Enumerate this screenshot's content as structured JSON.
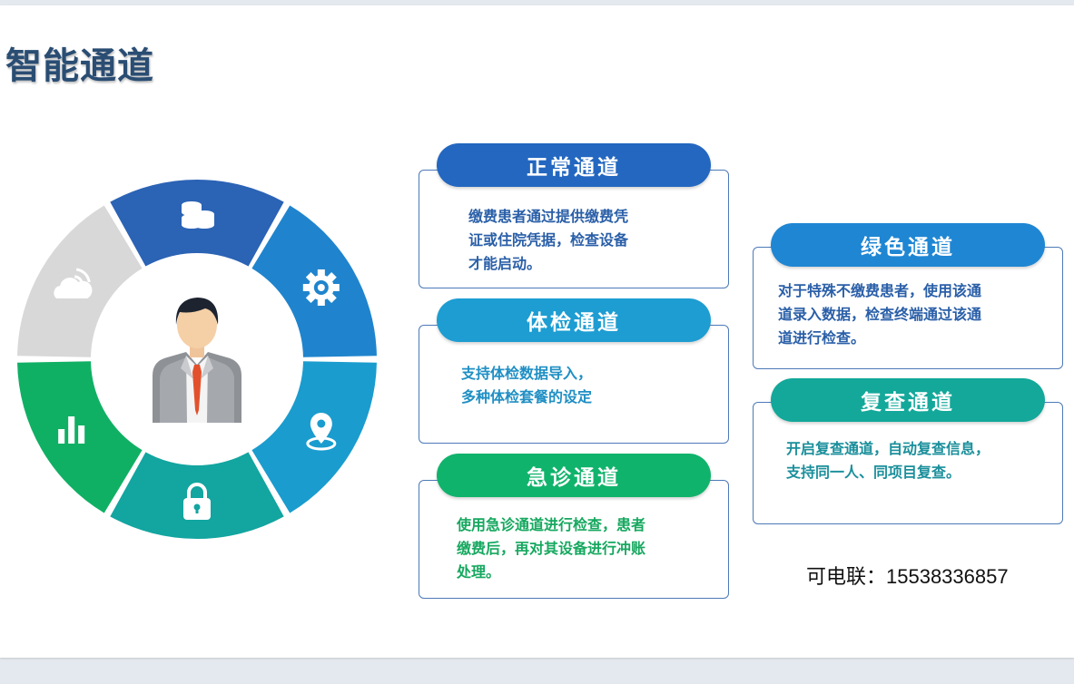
{
  "title": "智能通道",
  "ring": {
    "segments": [
      {
        "icon": "coins-icon",
        "color": "#2b63b5"
      },
      {
        "icon": "gear-icon",
        "color": "#1f84cd"
      },
      {
        "icon": "location-pin-icon",
        "color": "#1a9cce"
      },
      {
        "icon": "lock-icon",
        "color": "#13a5a0"
      },
      {
        "icon": "bar-chart-icon",
        "color": "#10b064"
      },
      {
        "icon": "cloud-signal-icon",
        "color": "#d8d8d8"
      }
    ],
    "center_icon": "businessman-avatar-icon"
  },
  "channels": {
    "normal": {
      "title": "正常通道",
      "desc": "缴费患者通过提供缴费凭\n证或住院凭据，检查设备\n才能启动。",
      "color": "#2367c0",
      "text_color": "#2a5fa8"
    },
    "physical": {
      "title": "体检通道",
      "desc": "支持体检数据导入，\n多种体检套餐的设定",
      "color": "#1d9dd2",
      "text_color": "#1f8fc4"
    },
    "emergency": {
      "title": "急诊通道",
      "desc": "使用急诊通道进行检查，患者\n缴费后，再对其设备进行冲账\n处理。",
      "color": "#10b36b",
      "text_color": "#16a85f"
    },
    "green": {
      "title": "绿色通道",
      "desc": "对于特殊不缴费患者，使用该通\n道录入数据，检查终端通过该通\n道进行检查。",
      "color": "#1f86d3",
      "text_color": "#2a5fa8"
    },
    "review": {
      "title": "复查通道",
      "desc": "开启复查通道，自动复查信息，\n支持同一人、同项目复查。",
      "color": "#13a89a",
      "text_color": "#1a8f9b"
    }
  },
  "contact": "可电联：15538336857"
}
